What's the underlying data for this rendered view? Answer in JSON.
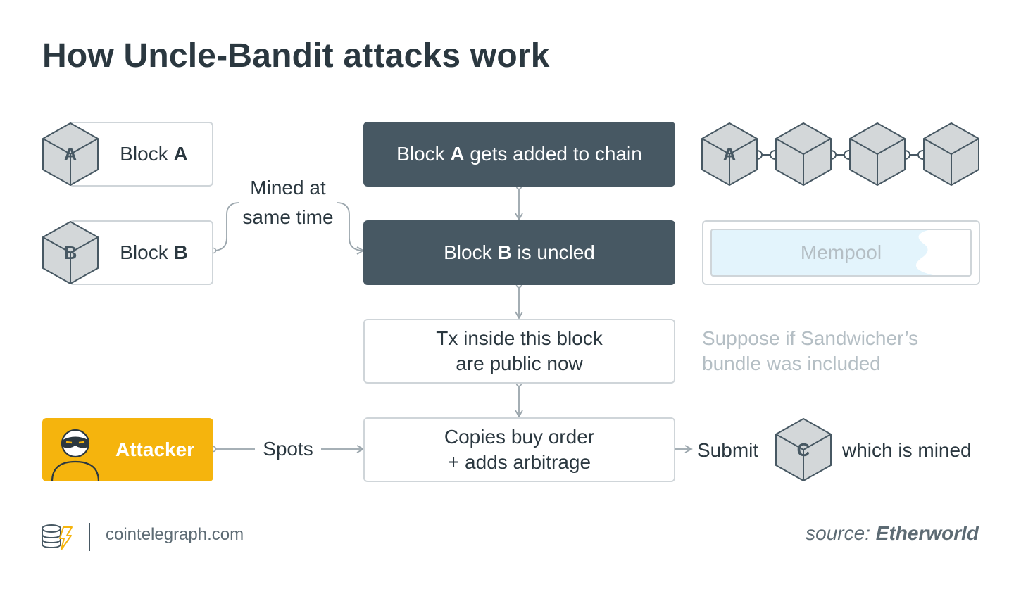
{
  "title": "How Uncle-Bandit attacks work",
  "blocks": {
    "a_label_prefix": "Block ",
    "a_label_letter": "A",
    "b_label_prefix": "Block ",
    "b_label_letter": "B",
    "a_cube_letter": "A",
    "b_cube_letter": "B"
  },
  "mined_label": {
    "line1": "Mined at",
    "line2": "same time"
  },
  "flow": {
    "step1_prefix": "Block ",
    "step1_letter": "A",
    "step1_suffix": " gets added to chain",
    "step2_prefix": "Block ",
    "step2_letter": "B",
    "step2_suffix": " is uncled",
    "step3_line1": "Tx inside this block",
    "step3_line2": "are public now",
    "step4_line1": "Copies buy order",
    "step4_line2": "+ adds arbitrage"
  },
  "chain": {
    "first_cube_letter": "A"
  },
  "mempool": {
    "label": "Mempool"
  },
  "note": {
    "line1": "Suppose if Sandwicher’s",
    "line2": "bundle was included"
  },
  "attacker": {
    "label": "Attacker"
  },
  "spots_label": "Spots",
  "submit": {
    "label": "Submit",
    "cube_letter": "C",
    "suffix": "which is mined"
  },
  "footer": {
    "site": "cointelegraph.com",
    "source_prefix": "source: ",
    "source_name": "Etherworld"
  },
  "colors": {
    "dark": "#475863",
    "accent": "#f5b40d",
    "mempool_fill": "#e3f4fc",
    "cube_fill": "#d3d7d9",
    "border": "#cfd5d9"
  },
  "icons": [
    "cube-icon",
    "chain-link-icon",
    "attacker-avatar-icon",
    "cointelegraph-logo-icon"
  ]
}
